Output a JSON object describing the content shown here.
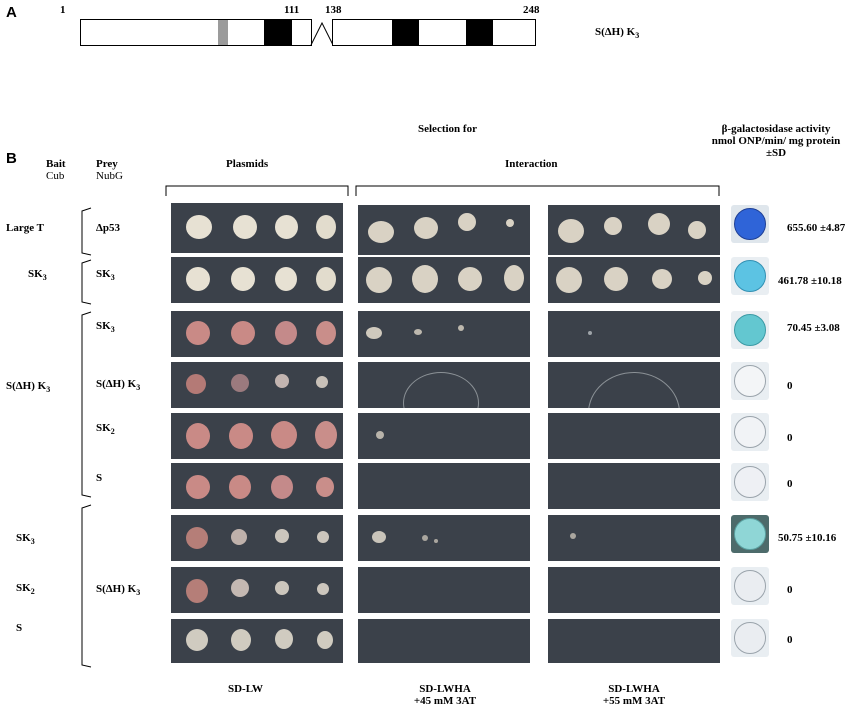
{
  "panel_a": {
    "letter": "A",
    "pos_1": "1",
    "pos_111": "111",
    "pos_138": "138",
    "pos_248": "248",
    "construct_pre": "S(ΔH) K",
    "construct_sub": "3"
  },
  "panel_b": {
    "letter": "B",
    "selection_for": "Selection for",
    "bgal_line1": "β-galactosidase activity",
    "bgal_line2": "nmol ONP/min/ mg protein",
    "bgal_line3": "±SD",
    "bait_header": "Bait",
    "bait_sub": "Cub",
    "prey_header": "Prey",
    "prey_sub": "NubG",
    "plasmids": "Plasmids",
    "interaction": "Interaction",
    "bait_labels": {
      "large_t": "Large T",
      "sk3_pre": "SK",
      "sk3_sub": "3",
      "sdh_pre": "S(ΔH) K",
      "sdh_sub": "3",
      "sk3b_pre": "SK",
      "sk3b_sub": "3",
      "sk2_pre": "SK",
      "sk2_sub": "2",
      "s": "S"
    },
    "prey_labels": {
      "dp53": "Δp53",
      "r2_pre": "SK",
      "r2_sub": "3",
      "r3_pre": "SK",
      "r3_sub": "3",
      "r4_pre": "S(ΔH) K",
      "r4_sub": "3",
      "r5_pre": "SK",
      "r5_sub": "2",
      "r6": "S",
      "grp_pre": "S(ΔH) K",
      "grp_sub": "3"
    },
    "activity_values": [
      "655.60 ±4.87",
      "461.78 ±10.18",
      "70.45 ±3.08",
      "0",
      "0",
      "0",
      "50.75 ±10.16",
      "0",
      "0"
    ],
    "media": {
      "lw": "SD-LW",
      "lwha45_l1": "SD-LWHA",
      "lwha45_l2": "+45 mM 3AT",
      "lwha55_l1": "SD-LWHA",
      "lwha55_l2": "+55 mM 3AT"
    }
  },
  "colors": {
    "plate_bg": "#3b414a",
    "colony_white": "#d9d2c4",
    "colony_pink": "#c98a86",
    "well_blue": "#2f64d8",
    "well_light_blue": "#5cc3e3",
    "well_teal": "#63c7d0"
  }
}
